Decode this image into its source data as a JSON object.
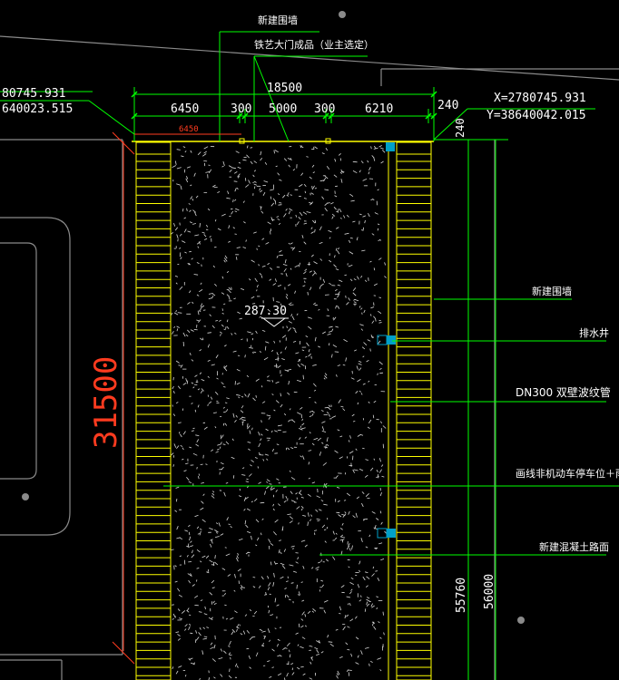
{
  "labels": {
    "new_wall_top": "新建围墙",
    "gate": "铁艺大门成品（业主选定）",
    "new_wall_right": "新建围墙",
    "drain_well": "排水井",
    "pipe": "DN300 双壁波纹管",
    "parking": "画线非机动车停车位＋雨",
    "road": "新建混凝土路面"
  },
  "elevation": "287.30",
  "coords": {
    "left_x": "80745.931",
    "left_y": "640023.515",
    "right_x": "X=2780745.931",
    "right_y": "Y=38640042.015"
  },
  "dims": {
    "total": "18500",
    "d1": "6450",
    "d2": "300",
    "d3": "5000",
    "d4": "300",
    "d5": "6210",
    "wall_w": "240",
    "wall_w_v": "240",
    "sub": "6450",
    "height": "31500",
    "v1": "55760",
    "v2": "56000"
  },
  "colors": {
    "green": "#00ff00",
    "yellow": "#ffff00",
    "white": "#ffffff",
    "red": "#ff3b1f",
    "cyan": "#00a0c8",
    "grey": "#8a8a8a"
  }
}
